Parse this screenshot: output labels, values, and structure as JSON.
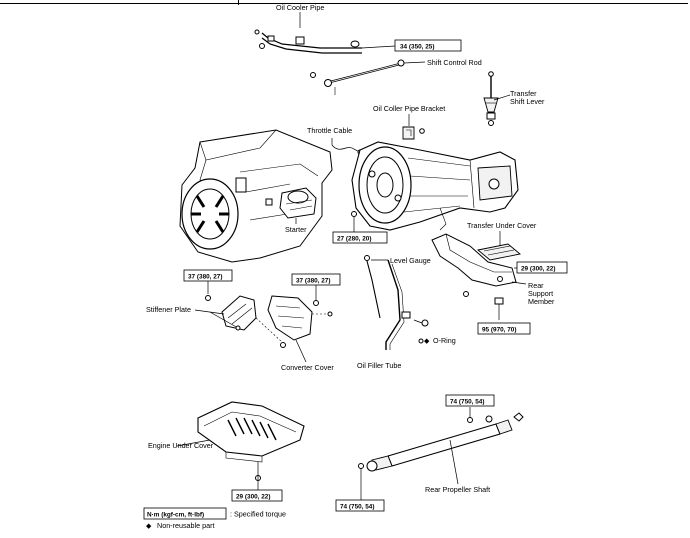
{
  "labels": {
    "oil_cooler_pipe": "Oil Cooler Pipe",
    "shift_control_rod": "Shift Control Rod",
    "transfer_shift_lever_1": "Transfer",
    "transfer_shift_lever_2": "Shift Lever",
    "oil_cooler_pipe_bracket": "Oil Coller Pipe Bracket",
    "throttle_cable": "Throttle Cable",
    "starter": "Starter",
    "transfer_under_cover": "Transfer Under Cover",
    "level_gauge": "Level Gauge",
    "rear_support_1": "Rear",
    "rear_support_2": "Support",
    "rear_support_3": "Member",
    "stiffener_plate": "Stiffener Plate",
    "converter_cover": "Converter Cover",
    "oil_filler_tube": "Oil Filler Tube",
    "o_ring": "O-Ring",
    "engine_under_cover": "Engine Under Cover",
    "rear_propeller_shaft": "Rear Propeller Shaft"
  },
  "torques": {
    "oil_cooler_pipe": "34 (350, 25)",
    "transmission_bolt": "27 (280, 20)",
    "rear_support": "29 (300, 22)",
    "rear_support_bolt": "95 (970, 70)",
    "stiffener_plate": "37 (380, 27)",
    "converter_cover": "37 (380, 27)",
    "engine_under_cover": "29 (300, 22)",
    "propeller_front": "74 (750, 54)",
    "propeller_rear": "74 (750, 54)"
  },
  "legend": {
    "unit_box": "N·m (kgf-cm, ft·lbf)",
    "unit_desc": ": Specified torque",
    "nonreusable_symbol": "◆",
    "nonreusable_desc": "Non-reusable part"
  }
}
